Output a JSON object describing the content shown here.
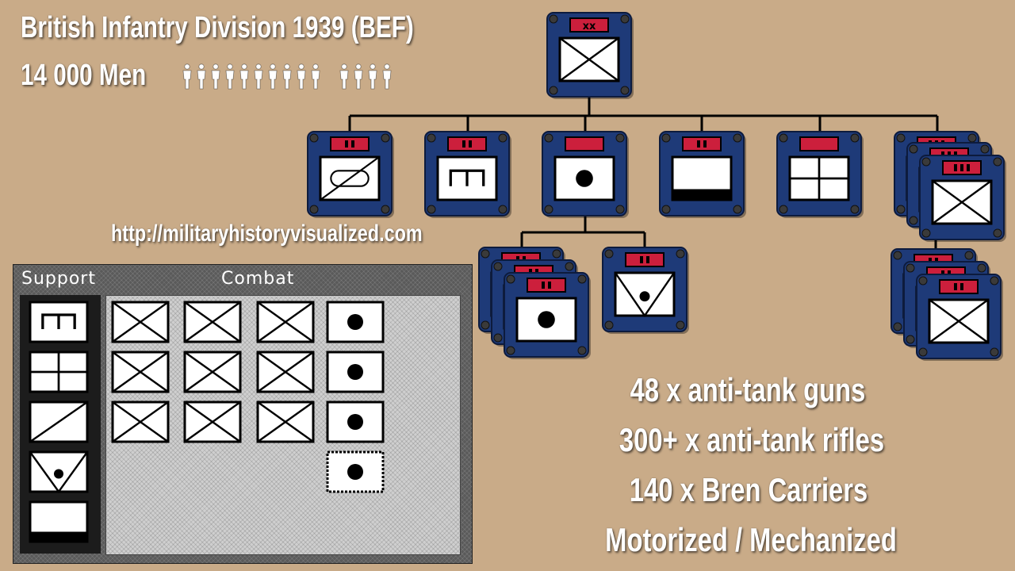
{
  "header": {
    "title": "British Infantry Division 1939 (BEF)",
    "men": "14 000 Men"
  },
  "website": "http://militaryhistoryvisualized.com",
  "stats": [
    "48 x anti-tank guns",
    "300+ x anti-tank rifles",
    "140 x Bren Carriers",
    "Motorized / Mechanized"
  ],
  "panel": {
    "support_label": "Support",
    "combat_label": "Combat"
  },
  "manpower_icons": {
    "group1": 10,
    "group2": 4
  },
  "colors": {
    "background": "#c9ab88",
    "unit_blue": "#1e3a78",
    "echelon_red": "#cc1f3c",
    "symbol_white": "#ffffff",
    "text_white": "#ffffff"
  },
  "units": {
    "division": {
      "symbol": "infantry",
      "echelon": "xx"
    },
    "subordinates": [
      {
        "symbol": "anti-tank",
        "echelon": "ii"
      },
      {
        "symbol": "engineer",
        "echelon": "ii"
      },
      {
        "symbol": "artillery",
        "echelon": ""
      },
      {
        "symbol": "transport",
        "echelon": "ii"
      },
      {
        "symbol": "signals",
        "echelon": ""
      },
      {
        "symbol": "infantry",
        "echelon": "iii",
        "stack": 3
      }
    ],
    "artillery_children": [
      {
        "symbol": "artillery",
        "echelon": "ii",
        "stack": 3
      },
      {
        "symbol": "anti-aircraft",
        "echelon": "ii"
      }
    ],
    "infantry_children": [
      {
        "symbol": "infantry",
        "echelon": "ii",
        "stack": 3
      }
    ]
  },
  "support_column": [
    "engineer",
    "signals",
    "anti-tank",
    "anti-aircraft",
    "transport"
  ],
  "combat_grid": [
    [
      "infantry",
      "infantry",
      "infantry",
      "artillery"
    ],
    [
      "infantry",
      "infantry",
      "infantry",
      "artillery"
    ],
    [
      "infantry",
      "infantry",
      "infantry",
      "artillery"
    ],
    [
      "",
      "",
      "",
      "artillery-dashed"
    ]
  ]
}
